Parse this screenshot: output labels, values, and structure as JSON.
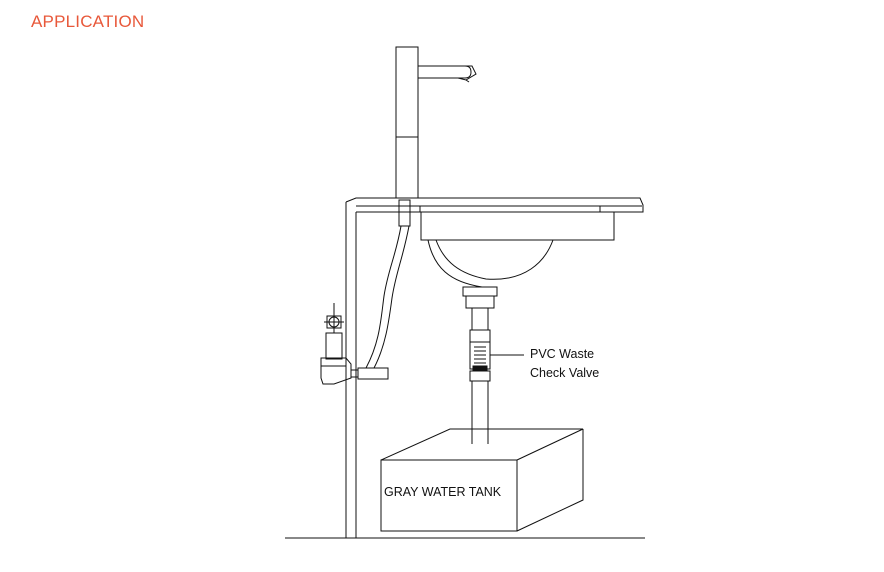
{
  "heading": "APPLICATION",
  "colors": {
    "heading": "#e8583a",
    "line": "#111111",
    "background": "#ffffff"
  },
  "labels": {
    "valve_line1": "PVC Waste",
    "valve_line2": "Check Valve",
    "tank": "GRAY WATER TANK"
  }
}
